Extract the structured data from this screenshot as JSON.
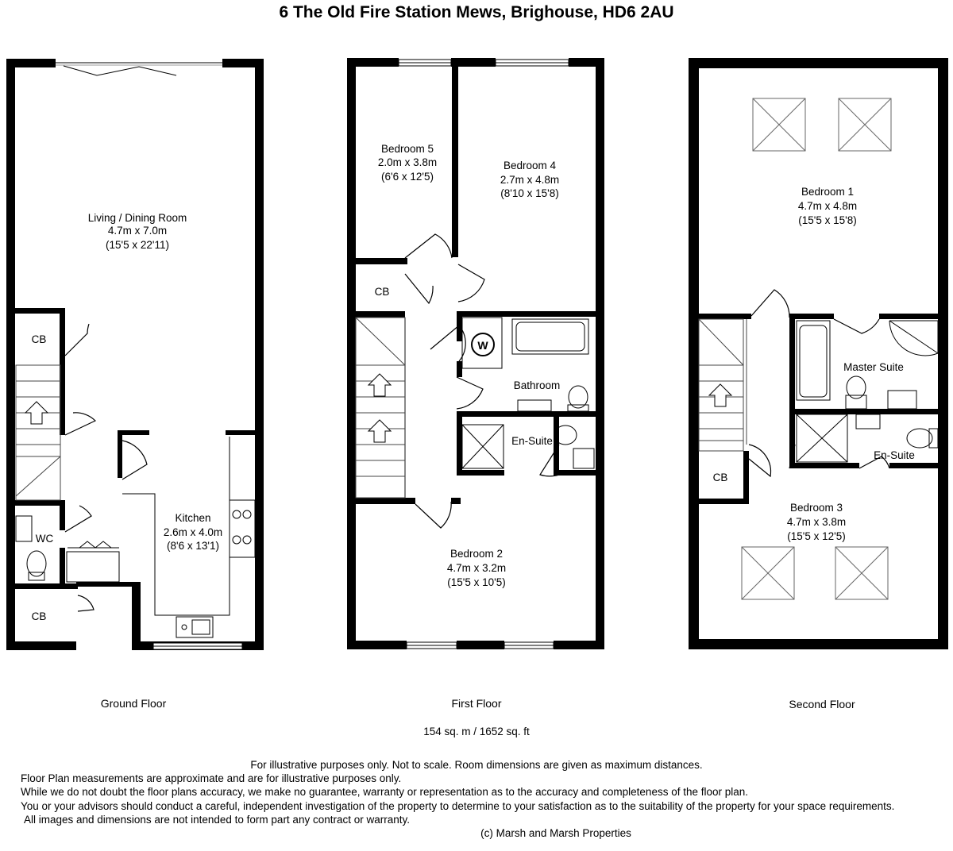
{
  "title": "6 The Old Fire Station Mews, Brighouse, HD6 2AU",
  "floors": {
    "ground": {
      "label": "Ground Floor",
      "rooms": {
        "living": {
          "name": "Living / Dining Room",
          "metric": "4.7m x 7.0m",
          "imperial": "(15'5 x 22'11)"
        },
        "kitchen": {
          "name": "Kitchen",
          "metric": "2.6m x 4.0m",
          "imperial": "(8'6 x 13'1)"
        },
        "cb1": {
          "name": "CB"
        },
        "cb2": {
          "name": "CB"
        },
        "wc": {
          "name": "WC"
        }
      }
    },
    "first": {
      "label": "First Floor",
      "rooms": {
        "bed5": {
          "name": "Bedroom 5",
          "metric": "2.0m x 3.8m",
          "imperial": "(6'6 x 12'5)"
        },
        "bed4": {
          "name": "Bedroom 4",
          "metric": "2.7m x 4.8m",
          "imperial": "(8'10 x 15'8)"
        },
        "cb": {
          "name": "CB"
        },
        "bathroom": {
          "name": "Bathroom"
        },
        "ensuite": {
          "name": "En-Suite"
        },
        "bed2": {
          "name": "Bedroom 2",
          "metric": "4.7m x 3.2m",
          "imperial": "(15'5 x 10'5)"
        },
        "boiler": {
          "name": "W"
        }
      }
    },
    "second": {
      "label": "Second Floor",
      "rooms": {
        "bed1": {
          "name": "Bedroom 1",
          "metric": "4.7m x 4.8m",
          "imperial": "(15'5 x 15'8)"
        },
        "master": {
          "name": "Master Suite"
        },
        "ensuite": {
          "name": "En-Suite"
        },
        "cb": {
          "name": "CB"
        },
        "bed3": {
          "name": "Bedroom 3",
          "metric": "4.7m x 3.8m",
          "imperial": "(15'5 x 12'5)"
        }
      }
    }
  },
  "total_area": "154 sq. m  /  1652 sq. ft",
  "disclaimer": {
    "line1": "For illustrative purposes only.  Not to scale.  Room dimensions are given as maximum distances.",
    "line2": "Floor Plan measurements are approximate and are for illustrative purposes only.",
    "line3": "While we do not doubt the floor plans accuracy, we make no guarantee, warranty or representation as to the accuracy and completeness of the floor plan.",
    "line4": "You or your advisors should conduct a careful, independent investigation of the property to determine to your satisfaction as to the suitability of the property for your space requirements.",
    "line5": "All images and dimensions are not intended to form part any contract or warranty.",
    "copyright": "(c) Marsh and Marsh Properties"
  }
}
